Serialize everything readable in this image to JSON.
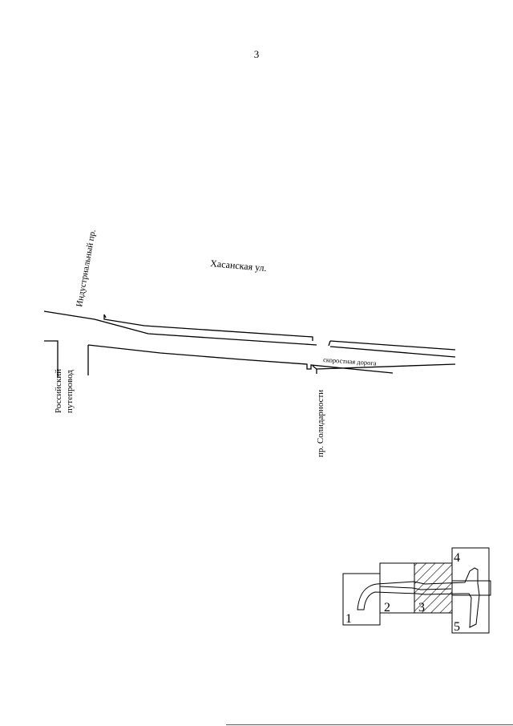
{
  "page_number": "3",
  "map": {
    "street_labels": {
      "khasanskaya": "Хасанская ул.",
      "industrialny": "Индустриальный пр.",
      "rossiysky_line1": "Российский",
      "rossiysky_line2": "путепровод",
      "expressway": "скоростная дорога",
      "solidarnosti": "пр. Солидарности"
    }
  },
  "key_map": {
    "sections": [
      {
        "label": "1"
      },
      {
        "label": "2"
      },
      {
        "label": "3",
        "highlighted": true
      },
      {
        "label": "4"
      },
      {
        "label": "5"
      }
    ]
  }
}
